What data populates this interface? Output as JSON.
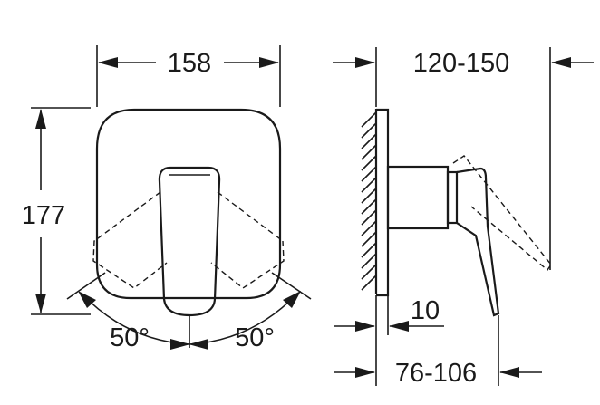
{
  "front_view": {
    "width_label": "158",
    "height_label": "177",
    "angle_left_label": "50°",
    "angle_right_label": "50°"
  },
  "side_view": {
    "projection_label": "120-150",
    "wall_thickness_label": "10",
    "depth_label": "76-106"
  }
}
